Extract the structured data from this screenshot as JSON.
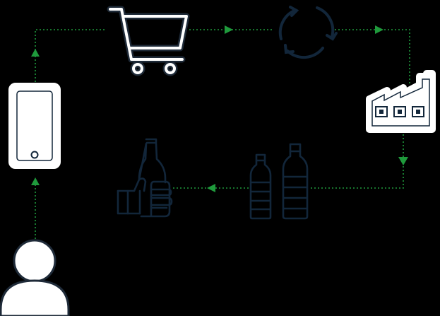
{
  "diagram": {
    "colors": {
      "background": "#000000",
      "connector": "#1f9a3c",
      "icon_outline_light": "#1e2a38",
      "icon_fill_light": "#ffffff",
      "icon_dark": "#12263a"
    },
    "nodes": [
      {
        "id": "person",
        "icon": "person-icon"
      },
      {
        "id": "smartphone",
        "icon": "smartphone-icon"
      },
      {
        "id": "shopping-cart",
        "icon": "shopping-cart-icon"
      },
      {
        "id": "recycle",
        "icon": "recycle-arrows-icon"
      },
      {
        "id": "factory",
        "icon": "factory-icon"
      },
      {
        "id": "plastic-bottles",
        "icon": "plastic-bottles-icon"
      },
      {
        "id": "hand-with-bottle",
        "icon": "hand-holding-bottle-icon"
      }
    ],
    "flow": [
      "person",
      "smartphone",
      "shopping-cart",
      "recycle",
      "factory",
      "plastic-bottles",
      "hand-with-bottle"
    ]
  }
}
